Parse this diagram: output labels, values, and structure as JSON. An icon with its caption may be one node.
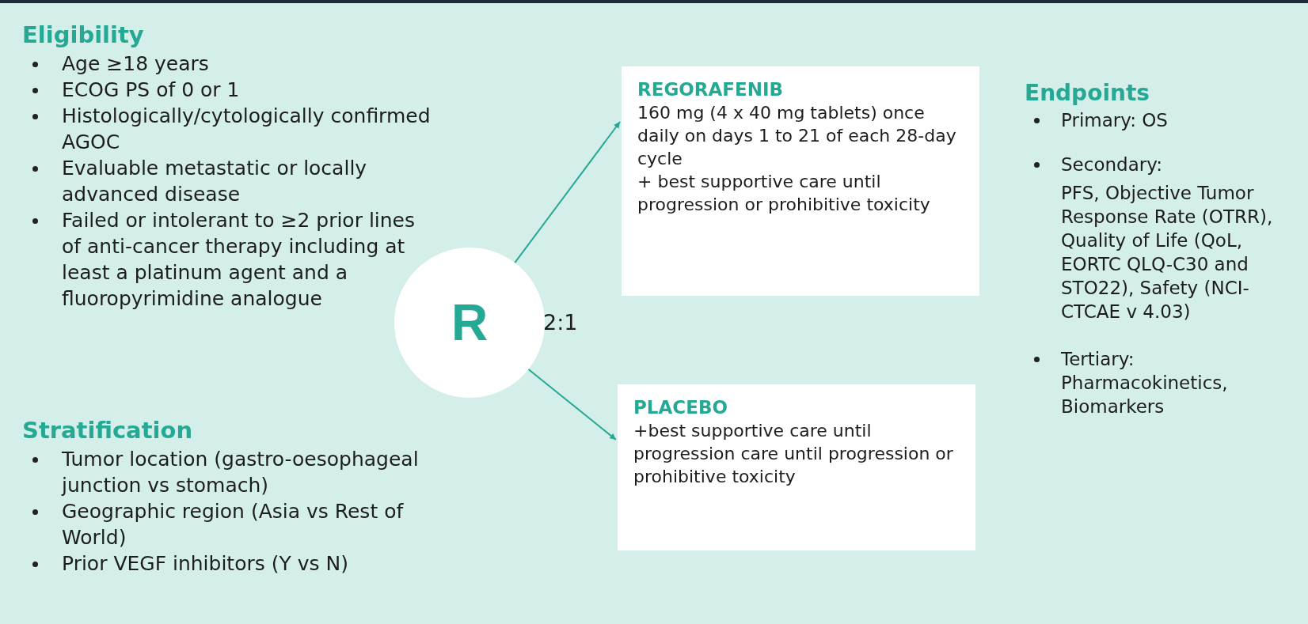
{
  "diagram": {
    "nodes": [
      {
        "text": [
          "R"
        ]
      },
      {
        "text": [
          "REGORAFENIB",
          "160 mg (4 x 40 mg tablets) once daily on days 1 to 21 of each 28-day cycle",
          "+ best supportive care until progression or prohibitive toxicity"
        ]
      },
      {
        "text": [
          "PLACEBO",
          "+best supportive care until progression care until progression or prohibitive toxicity"
        ]
      }
    ],
    "edges": [
      {
        "from": 0,
        "to": 1,
        "arrow": "to"
      },
      {
        "from": 0,
        "to": 2,
        "arrow": "to"
      }
    ],
    "labels": [
      "Eligibility",
      "Age ≥18 years",
      "ECOG PS of 0 or 1",
      "Histologically/cytologically confirmed AGOC",
      "Evaluable metastatic or locally advanced disease",
      "Failed or intolerant to ≥2 prior lines of anti-cancer therapy including at least a platinum agent and a fluoropyrimidine analogue",
      "Stratification",
      "Tumor location (gastro-oesophageal junction vs stomach)",
      "Geographic region (Asia vs Rest of World)",
      "Prior VEGF inhibitors (Y vs N)",
      "2:1",
      "Endpoints",
      "Primary: OS",
      "Secondary:",
      "PFS, Objective Tumor Response Rate (OTRR), Quality of Life (QoL, EORTC QLQ-C30 and STO22), Safety (NCI-CTCAE v 4.03)",
      "Tertiary:",
      "Pharmacokinetics, Biomarkers"
    ]
  }
}
